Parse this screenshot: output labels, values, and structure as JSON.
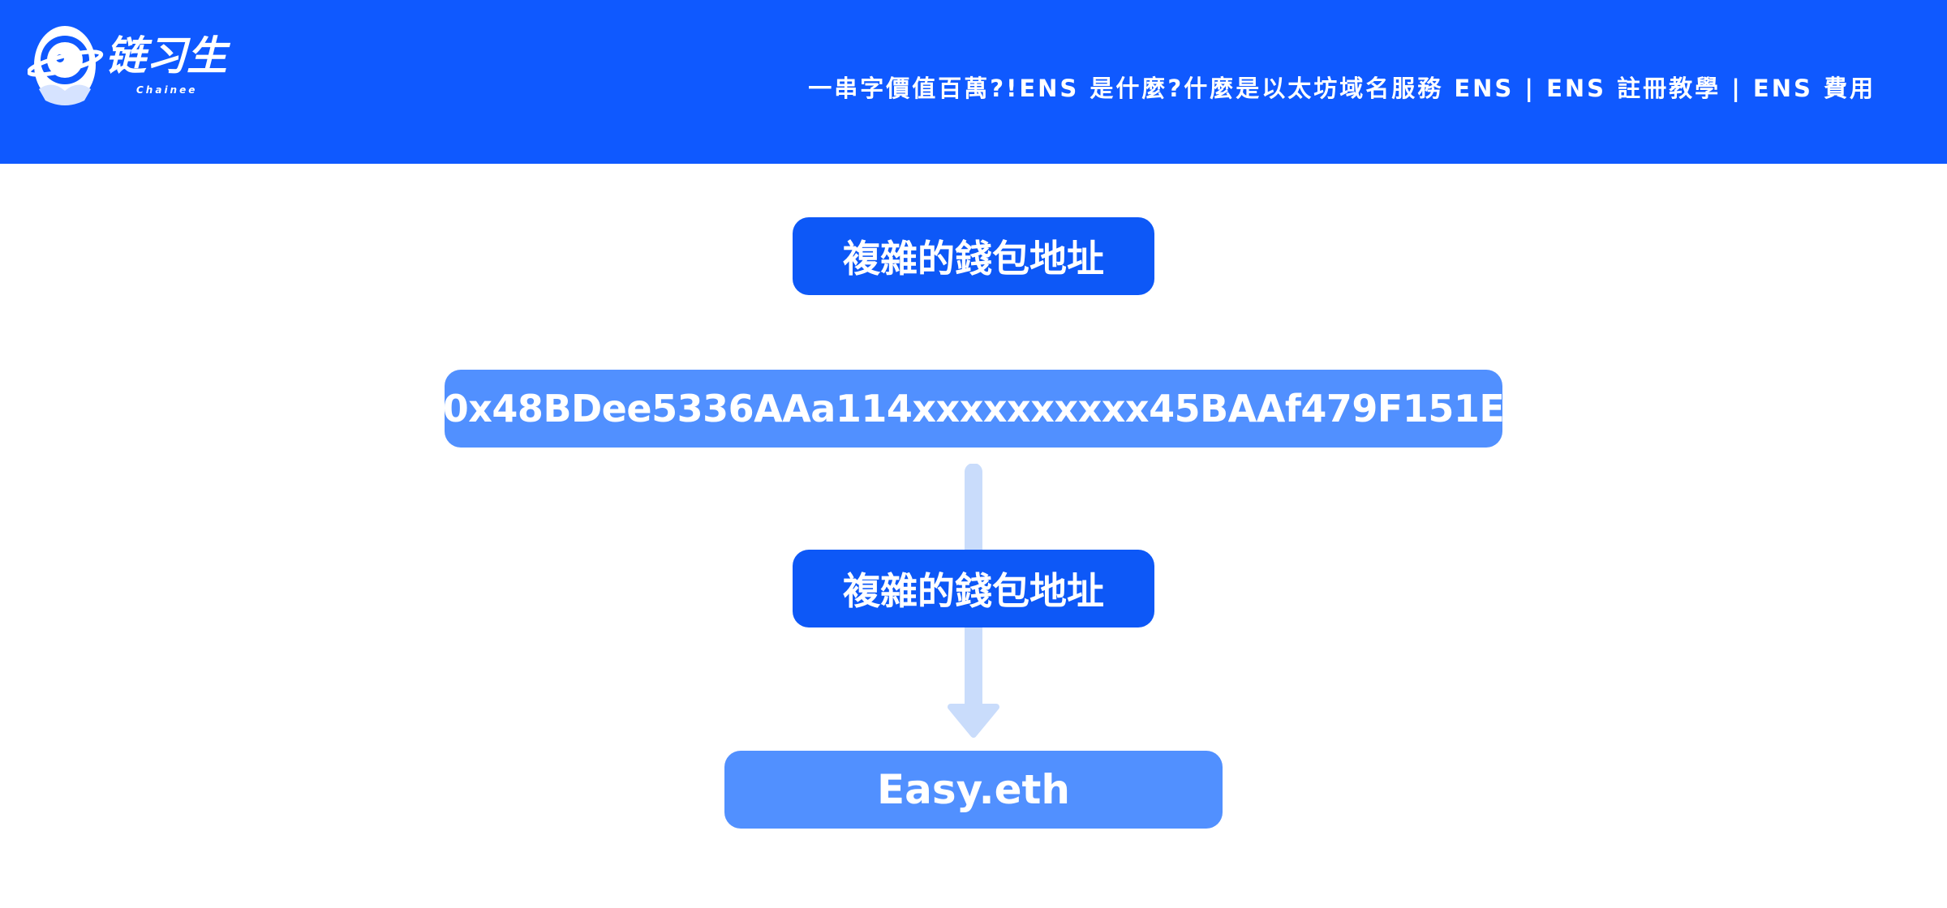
{
  "header": {
    "logo_text": "链习生",
    "logo_subtext": "Chainee",
    "title": "一串字價值百萬?!ENS 是什麼?什麼是以太坊域名服務 ENS | ENS 註冊教學 | ENS 費用"
  },
  "diagram": {
    "top_label": "複雜的錢包地址",
    "wallet_address": "0x48BDee5336AAa114xxxxxxxxxx45BAAf479F151E",
    "middle_label": "複雜的錢包地址",
    "ens_name": "Easy.eth"
  },
  "colors": {
    "header_bg": "#0f59ff",
    "dark_box": "#0d58f7",
    "light_box": "#5190ff",
    "arrow": "#c9dcfb"
  },
  "icons": [
    "chainee-astronaut-logo-icon",
    "down-arrow-icon"
  ]
}
